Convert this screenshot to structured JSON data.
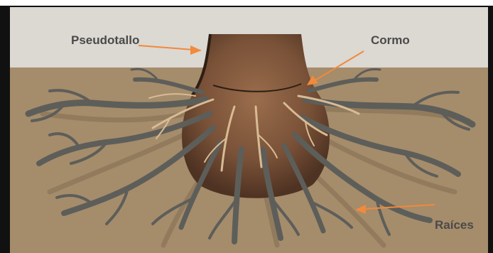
{
  "labels": {
    "pseudostem": "Pseudotallo",
    "corm": "Cormo",
    "roots": "Raíces"
  },
  "colors": {
    "sky": "#dcd8d2",
    "soil": "#a58c6b",
    "trunk": "#7a5238",
    "root_dark": "#5d5e59",
    "root_light": "#d8bb94",
    "arrow": "#f08a3c",
    "label_text": "#4a4a4a"
  }
}
